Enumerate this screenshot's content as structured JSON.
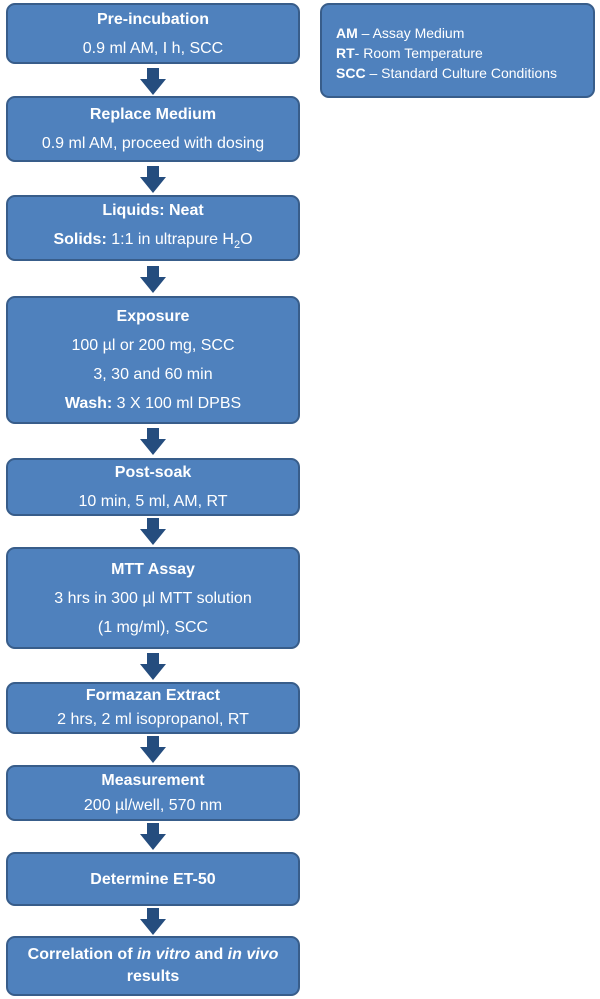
{
  "legend": [
    {
      "abbr": "AM",
      "text": " – Assay Medium"
    },
    {
      "abbr": "RT",
      "text": "- Room Temperature"
    },
    {
      "abbr": "SCC",
      "text": " – Standard Culture Conditions"
    }
  ],
  "steps": {
    "preincubation": {
      "title": "Pre-incubation",
      "line1": "0.9 ml AM, I h, SCC"
    },
    "replace": {
      "title": "Replace Medium",
      "line1": "0.9 ml AM, proceed with dosing"
    },
    "liquids": {
      "liquids_label": "Liquids:",
      "liquids_text": " Neat",
      "solids_label": "Solids:",
      "solids_text": " 1:1 in ultrapure H",
      "solids_sub": "2",
      "solids_tail": "O"
    },
    "exposure": {
      "title": "Exposure",
      "line1": "100 µl or 200 mg, SCC",
      "line2": "3, 30 and 60 min",
      "wash_label": "Wash:",
      "wash_text": " 3 X 100 ml DPBS"
    },
    "postsoak": {
      "title": "Post-soak",
      "line1": "10 min, 5 ml, AM, RT"
    },
    "mtt": {
      "title": "MTT Assay",
      "line1": "3 hrs in 300 µl MTT solution",
      "line2": "(1 mg/ml), SCC"
    },
    "formazan": {
      "title": "Formazan Extract",
      "line1": "2 hrs, 2 ml isopropanol, RT"
    },
    "measurement": {
      "title": "Measurement",
      "line1": "200 µl/well, 570 nm"
    },
    "et50": {
      "title": "Determine ET-50"
    },
    "correlation": {
      "part1": "Correlation of ",
      "part2": "in vitro",
      "part3": " and ",
      "part4": "in vivo",
      "part5": "results"
    }
  }
}
